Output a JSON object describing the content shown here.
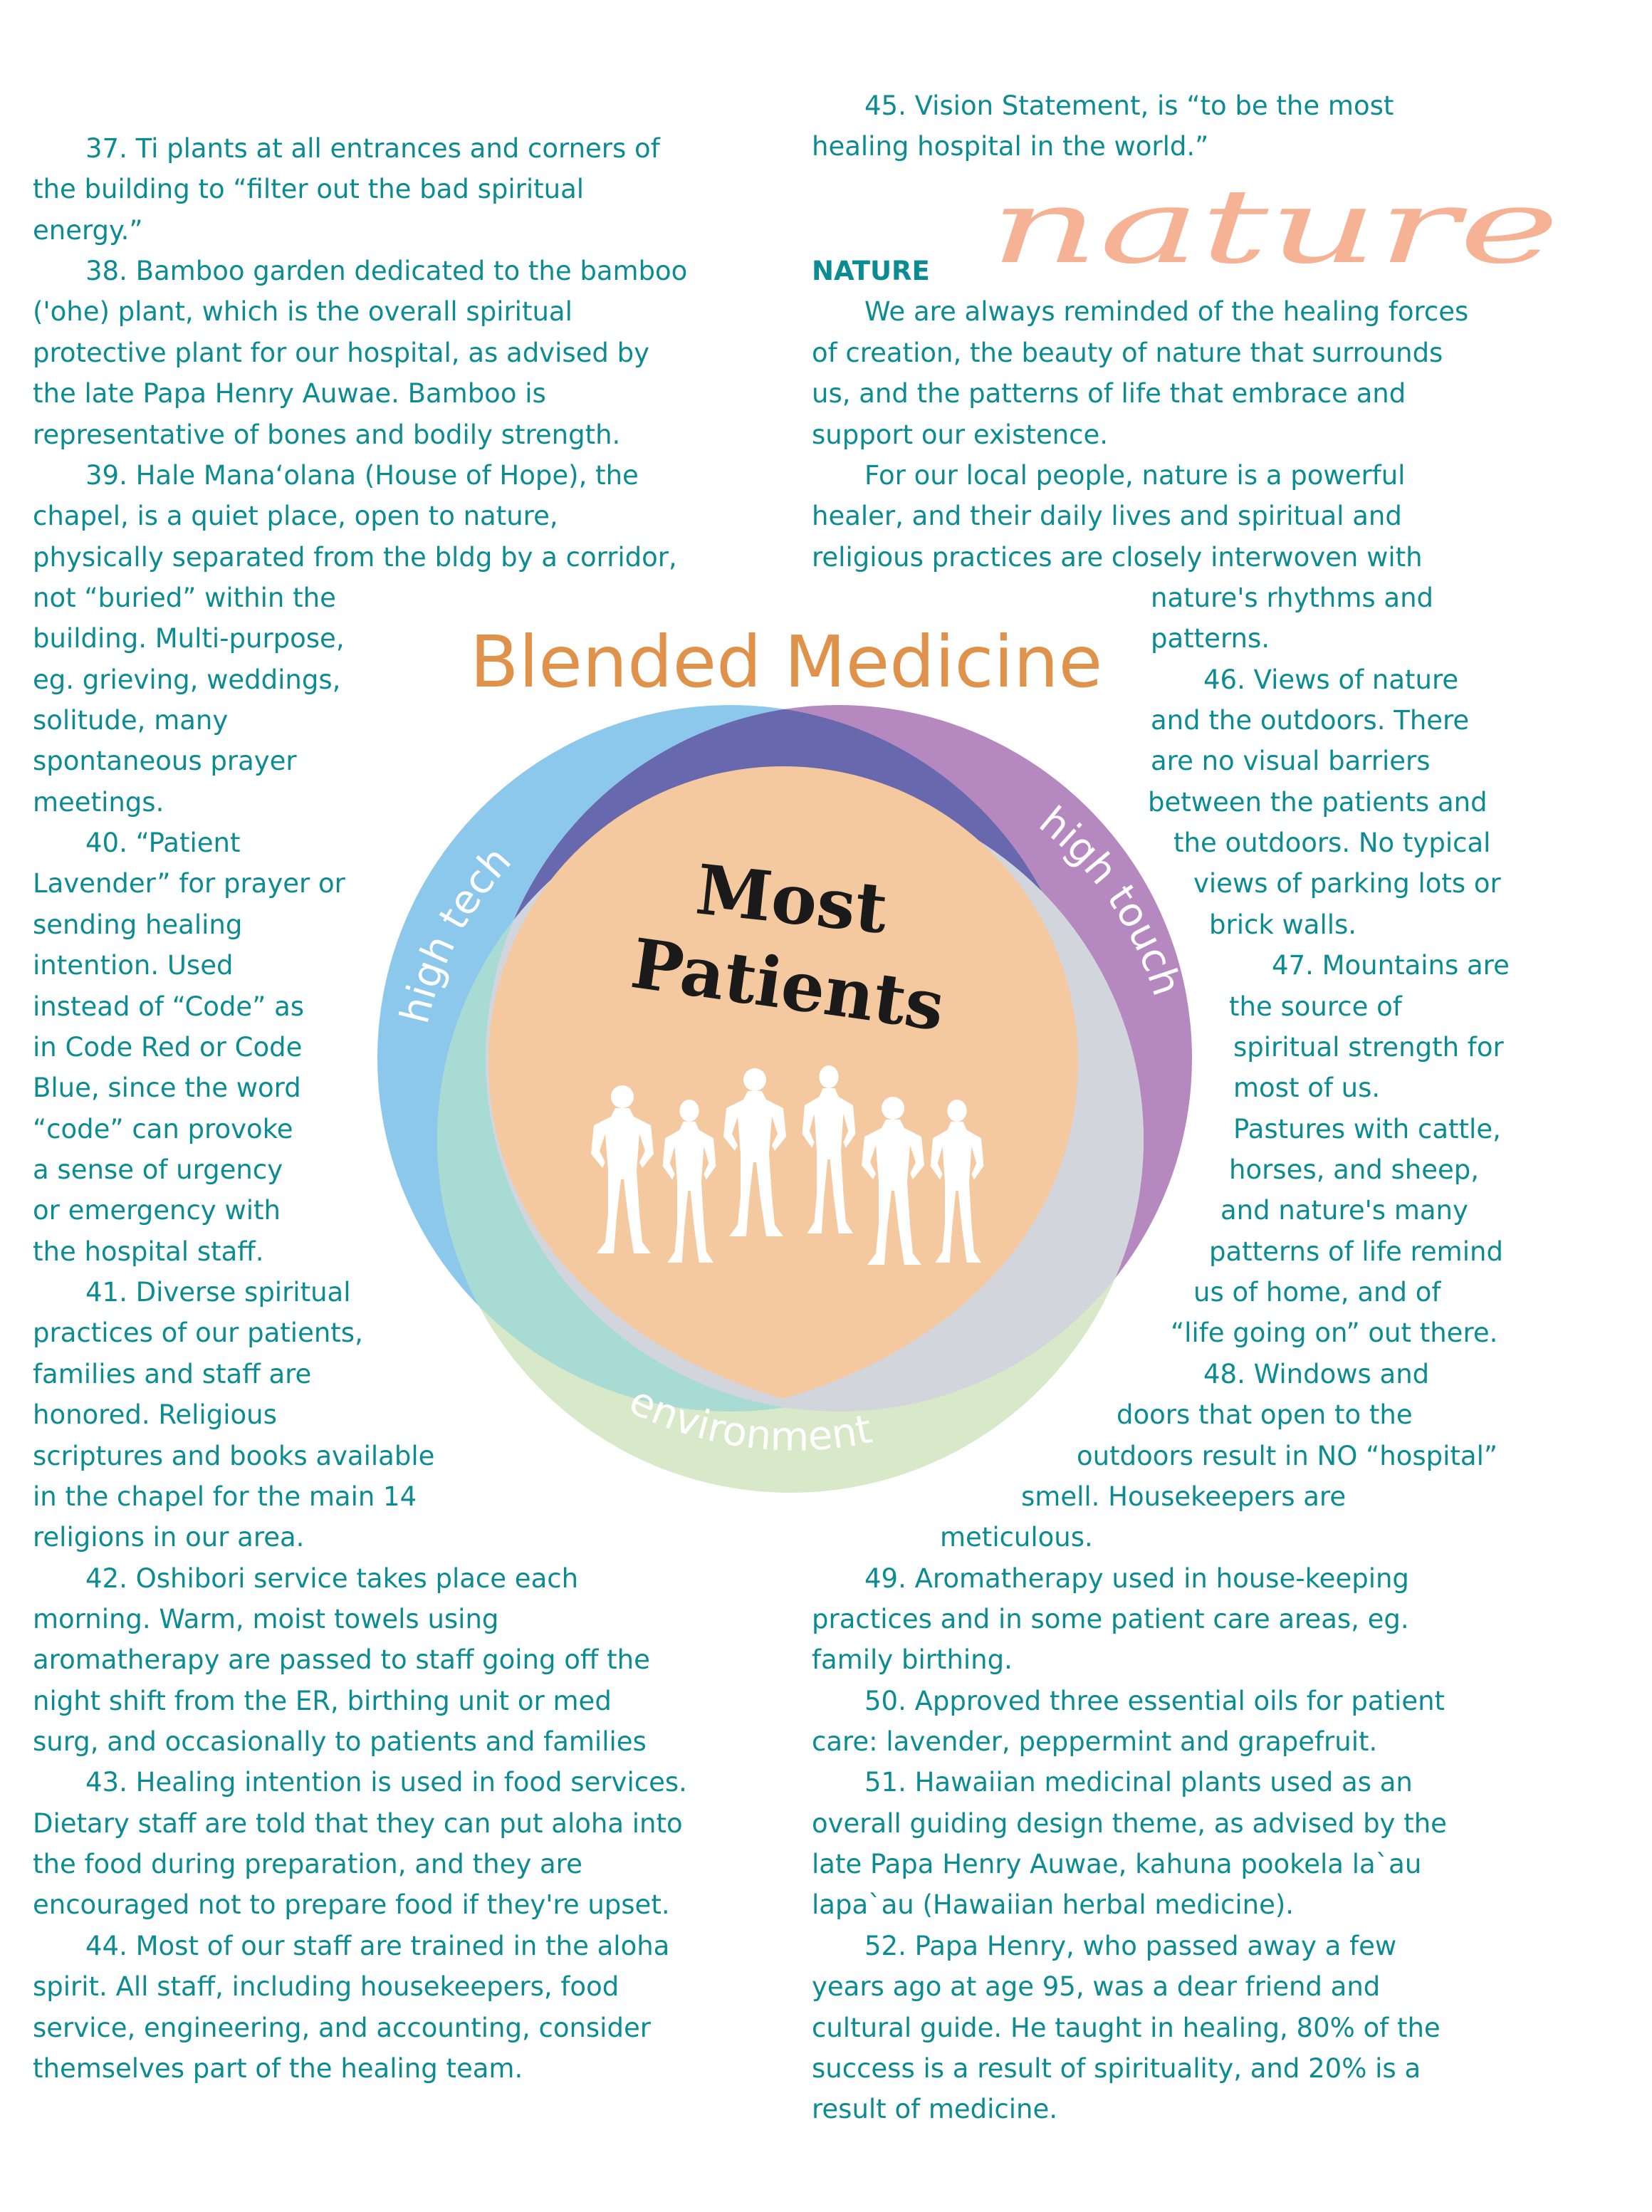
{
  "decorative_title": "nature",
  "diagram": {
    "title": "Blended Medicine",
    "center_line1": "Most",
    "center_line2": "Patients",
    "label_left": "high tech",
    "label_right": "high touch",
    "label_bottom": "environment",
    "colors": {
      "high_tech": "#8cc7ec",
      "high_touch": "#b589bf",
      "overlap_top": "#6768ae",
      "environment": "#d7e9c8",
      "env_tech": "#a7dbd3",
      "env_touch": "#d2d6dc",
      "center": "#f4c9a0",
      "title": "#e0924a"
    }
  },
  "text_color": "#0b8c93",
  "left_column": [
    "37. Ti plants at all entrances and corners of",
    "the building to “filter out the bad spiritual",
    "energy.”",
    "38. Bamboo garden dedicated to the bamboo",
    "('ohe) plant, which is the overall spiritual",
    "protective plant for our hospital, as advised by",
    "the late Papa Henry Auwae. Bamboo is",
    "representative of bones and bodily strength.",
    "39. Hale Mana‘olana (House of Hope), the",
    "chapel, is a quiet place, open to nature,",
    "physically separated from the bldg by a corridor,",
    "not “buried” within the",
    "building. Multi-purpose,",
    "eg. grieving, weddings,",
    "solitude, many",
    "spontaneous prayer",
    "meetings.",
    "40. “Patient",
    "Lavender” for prayer or",
    "sending healing",
    "intention. Used",
    "instead of “Code” as",
    "in Code Red or Code",
    "Blue, since the word",
    "“code” can provoke",
    "a sense of urgency",
    "or emergency with",
    "the hospital staff.",
    "41. Diverse spiritual",
    "practices of our patients,",
    "families and staff are",
    "honored.  Religious",
    "scriptures and books available",
    "in the chapel for the main 14",
    "religions in our area.",
    "42. Oshibori service takes place each",
    "morning. Warm, moist towels using",
    "aromatherapy are passed to staff going off the",
    "night shift from the ER, birthing unit or med",
    "surg, and occasionally to patients and families",
    "43. Healing intention is used in food services.",
    "Dietary staff are told that they can put aloha into",
    "the food during preparation, and they are",
    "encouraged not to prepare food if they're upset.",
    "44. Most of our staff are trained in the aloha",
    "spirit. All staff, including housekeepers, food",
    "service, engineering, and accounting, consider",
    "themselves part of the healing team."
  ],
  "right_heading": "NATURE",
  "right_column": [
    "45. Vision Statement, is “to be the most",
    "healing hospital in the world.”",
    "We are always reminded of the healing forces",
    "of creation, the beauty of nature that surrounds",
    "us, and the patterns of life that embrace and",
    "support our existence.",
    "For our local people, nature is a powerful",
    "healer, and their daily lives and spiritual and",
    "religious practices are closely interwoven with",
    "nature's rhythms and",
    "patterns.",
    "46. Views of nature",
    "and the outdoors. There",
    "are no visual barriers",
    "between the patients and",
    "the outdoors. No typical",
    "views of parking lots or",
    "brick walls.",
    "47. Mountains are",
    "the source of",
    "spiritual strength for",
    "most of us.",
    "Pastures with cattle,",
    "horses, and sheep,",
    "and nature's many",
    "patterns of life remind",
    "us of home, and of",
    "“life going on” out there.",
    "48. Windows and",
    "doors that open to the",
    "outdoors result in NO “hospital”",
    "smell. Housekeepers are",
    "meticulous.",
    "49. Aromatherapy used in house-keeping",
    "practices and in some patient care areas, eg.",
    "family birthing.",
    "50. Approved three essential oils for patient",
    "care: lavender, peppermint and grapefruit.",
    "51. Hawaiian medicinal plants used as an",
    "overall guiding design theme, as advised by the",
    "late Papa Henry Auwae, kahuna pookela la`au",
    "lapa`au (Hawaiian herbal medicine).",
    "52. Papa Henry, who passed away a few",
    "years ago at age 95, was a dear friend and",
    "cultural guide.  He taught in healing, 80% of the",
    "success is a result of spirituality, and 20% is a",
    "result of medicine."
  ]
}
